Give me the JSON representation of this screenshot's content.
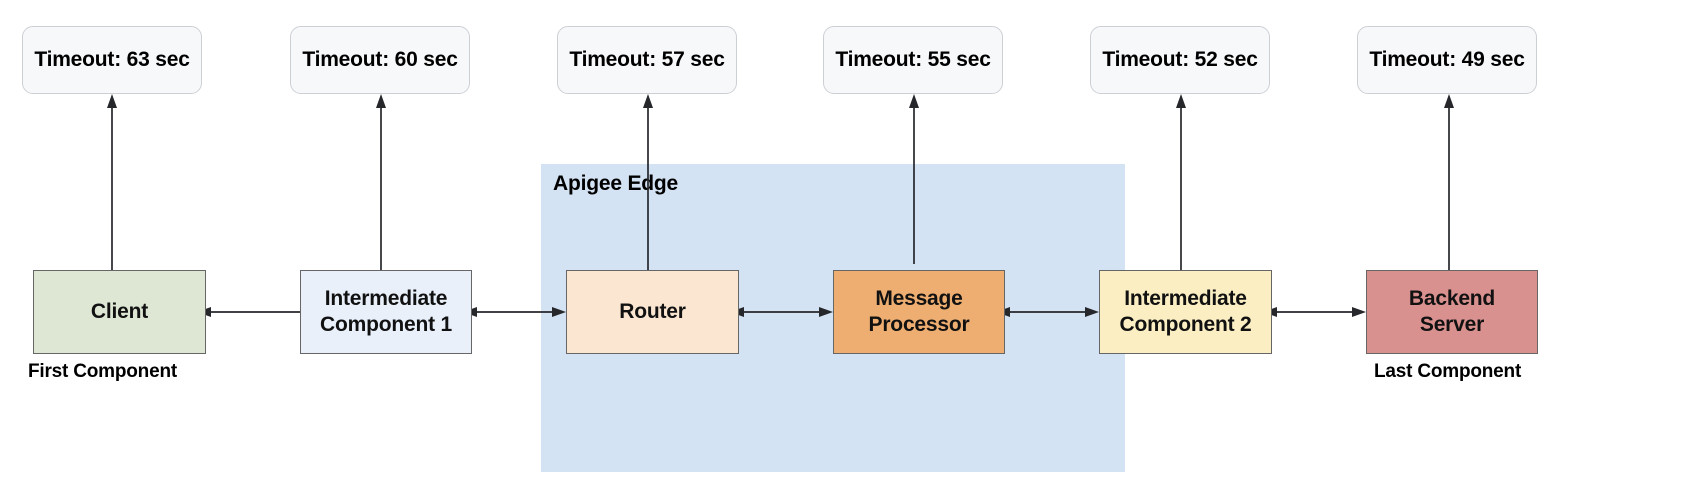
{
  "diagram": {
    "title": "Apigee Edge request timeout chain",
    "container": {
      "label": "Apigee Edge",
      "color": "#d4e3f3"
    },
    "timeouts": [
      {
        "id": "timeout-client",
        "label": "Timeout:  63 sec",
        "value": 63,
        "unit": "sec",
        "for": "Client"
      },
      {
        "id": "timeout-ic1",
        "label": "Timeout:  60 sec",
        "value": 60,
        "unit": "sec",
        "for": "Intermediate Component 1"
      },
      {
        "id": "timeout-router",
        "label": "Timeout:  57 sec",
        "value": 57,
        "unit": "sec",
        "for": "Router"
      },
      {
        "id": "timeout-mp",
        "label": "Timeout:  55 sec",
        "value": 55,
        "unit": "sec",
        "for": "Message Processor"
      },
      {
        "id": "timeout-ic2",
        "label": "Timeout:  52 sec",
        "value": 52,
        "unit": "sec",
        "for": "Intermediate Component 2"
      },
      {
        "id": "timeout-backend",
        "label": "Timeout:  49 sec",
        "value": 49,
        "unit": "sec",
        "for": "Backend Server"
      }
    ],
    "nodes": [
      {
        "id": "client",
        "label": "Client",
        "color": "#dde7d4",
        "inside_container": false
      },
      {
        "id": "ic1",
        "label": "Intermediate\nComponent 1",
        "line1": "Intermediate",
        "line2": "Component 1",
        "color": "#e9f0fa",
        "inside_container": false
      },
      {
        "id": "router",
        "label": "Router",
        "color": "#fbe6d2",
        "inside_container": true
      },
      {
        "id": "mp",
        "label": "Message\nProcessor",
        "line1": "Message",
        "line2": "Processor",
        "color": "#eeae71",
        "inside_container": true
      },
      {
        "id": "ic2",
        "label": "Intermediate\nComponent 2",
        "line1": "Intermediate",
        "line2": "Component 2",
        "color": "#faeec2",
        "inside_container": false
      },
      {
        "id": "backend",
        "label": "Backend\nServer",
        "line1": "Backend",
        "line2": "Server",
        "color": "#d9918f",
        "inside_container": false
      }
    ],
    "captions": {
      "first": "First Component",
      "last": "Last Component"
    },
    "connections": [
      {
        "from": "client",
        "to": "ic1",
        "type": "bidirectional"
      },
      {
        "from": "ic1",
        "to": "router",
        "type": "bidirectional"
      },
      {
        "from": "router",
        "to": "mp",
        "type": "bidirectional"
      },
      {
        "from": "mp",
        "to": "ic2",
        "type": "bidirectional"
      },
      {
        "from": "ic2",
        "to": "backend",
        "type": "bidirectional"
      }
    ]
  }
}
